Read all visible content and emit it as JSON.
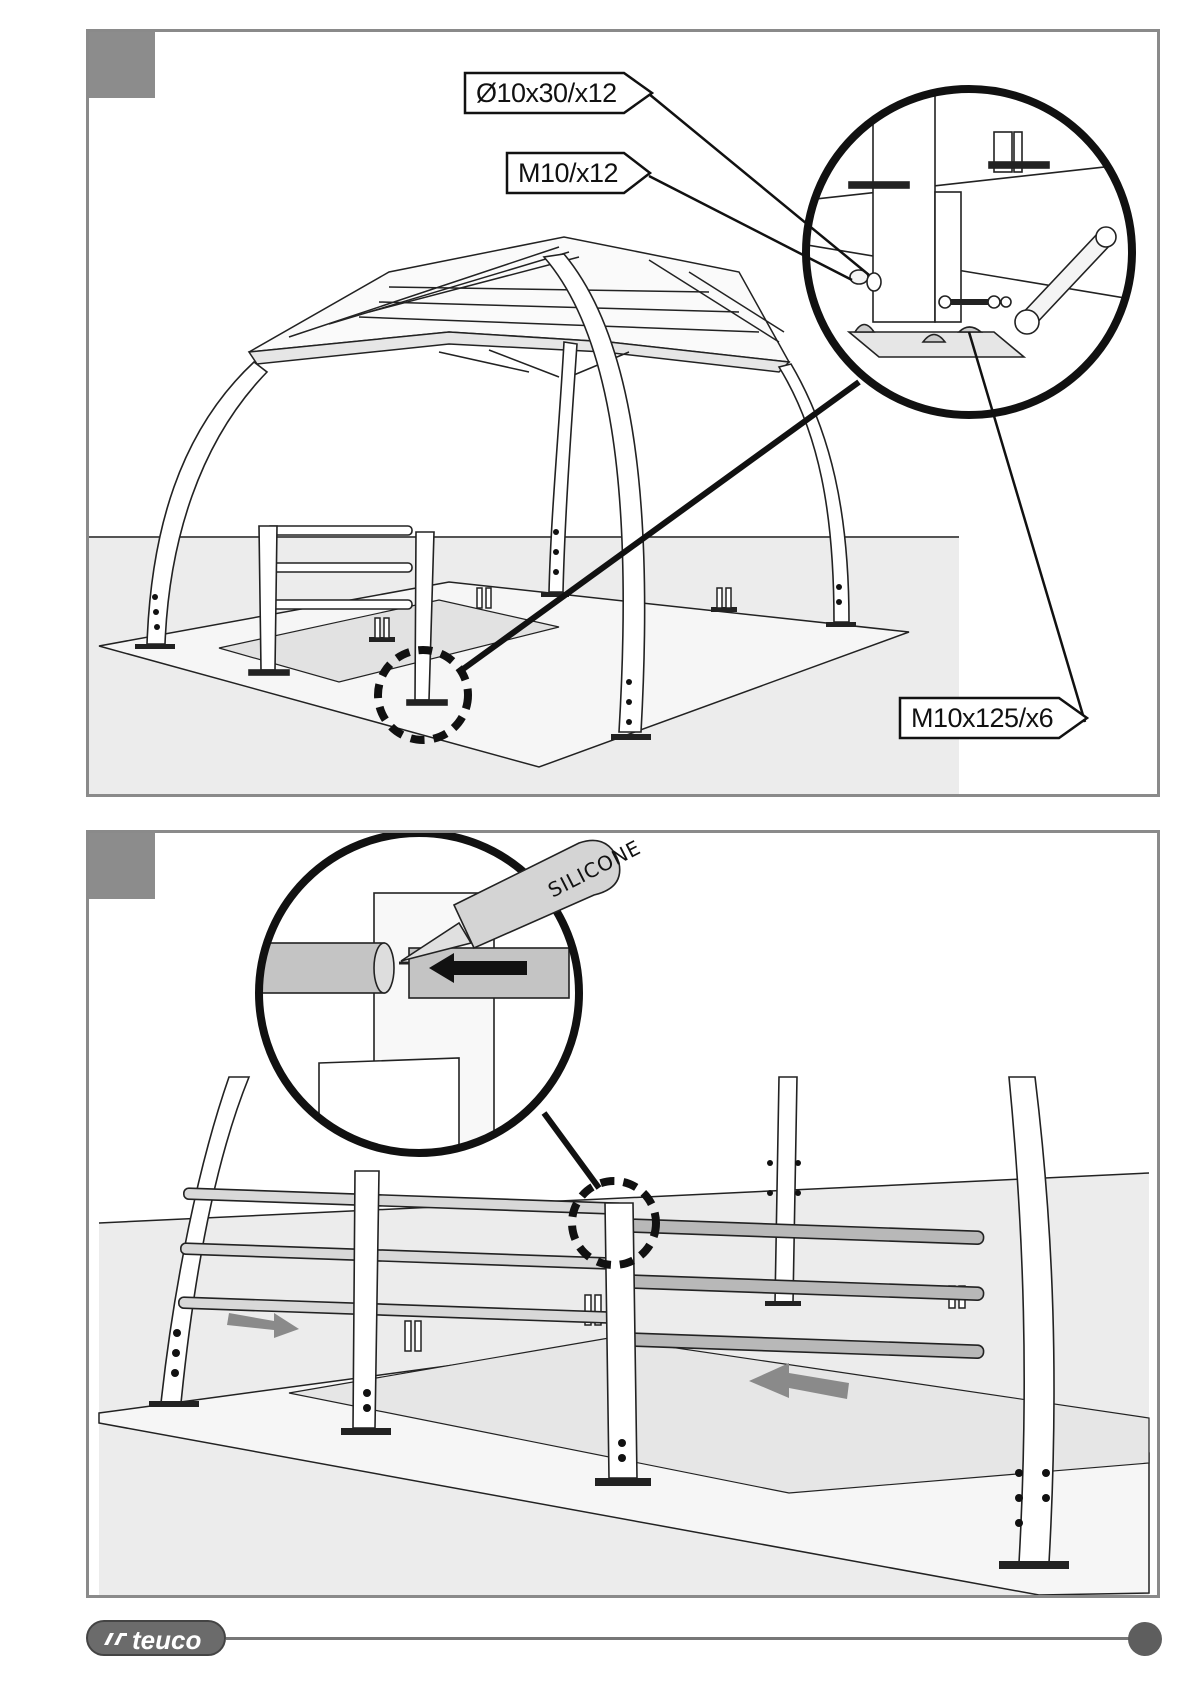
{
  "panel1": {
    "callouts": {
      "washer": "Ø10x30/x12",
      "nut": "M10/x12",
      "bolt": "M10x125/x6"
    }
  },
  "panel2": {
    "tube_label": "SILICONE"
  },
  "footer": {
    "brand": "teuco"
  },
  "colors": {
    "frame": "#8a8a8a",
    "step_box": "#8c8c8c",
    "ground": "#ececec",
    "rail_gray": "#b8b8b8",
    "logo_bg": "#6b6b6b"
  }
}
